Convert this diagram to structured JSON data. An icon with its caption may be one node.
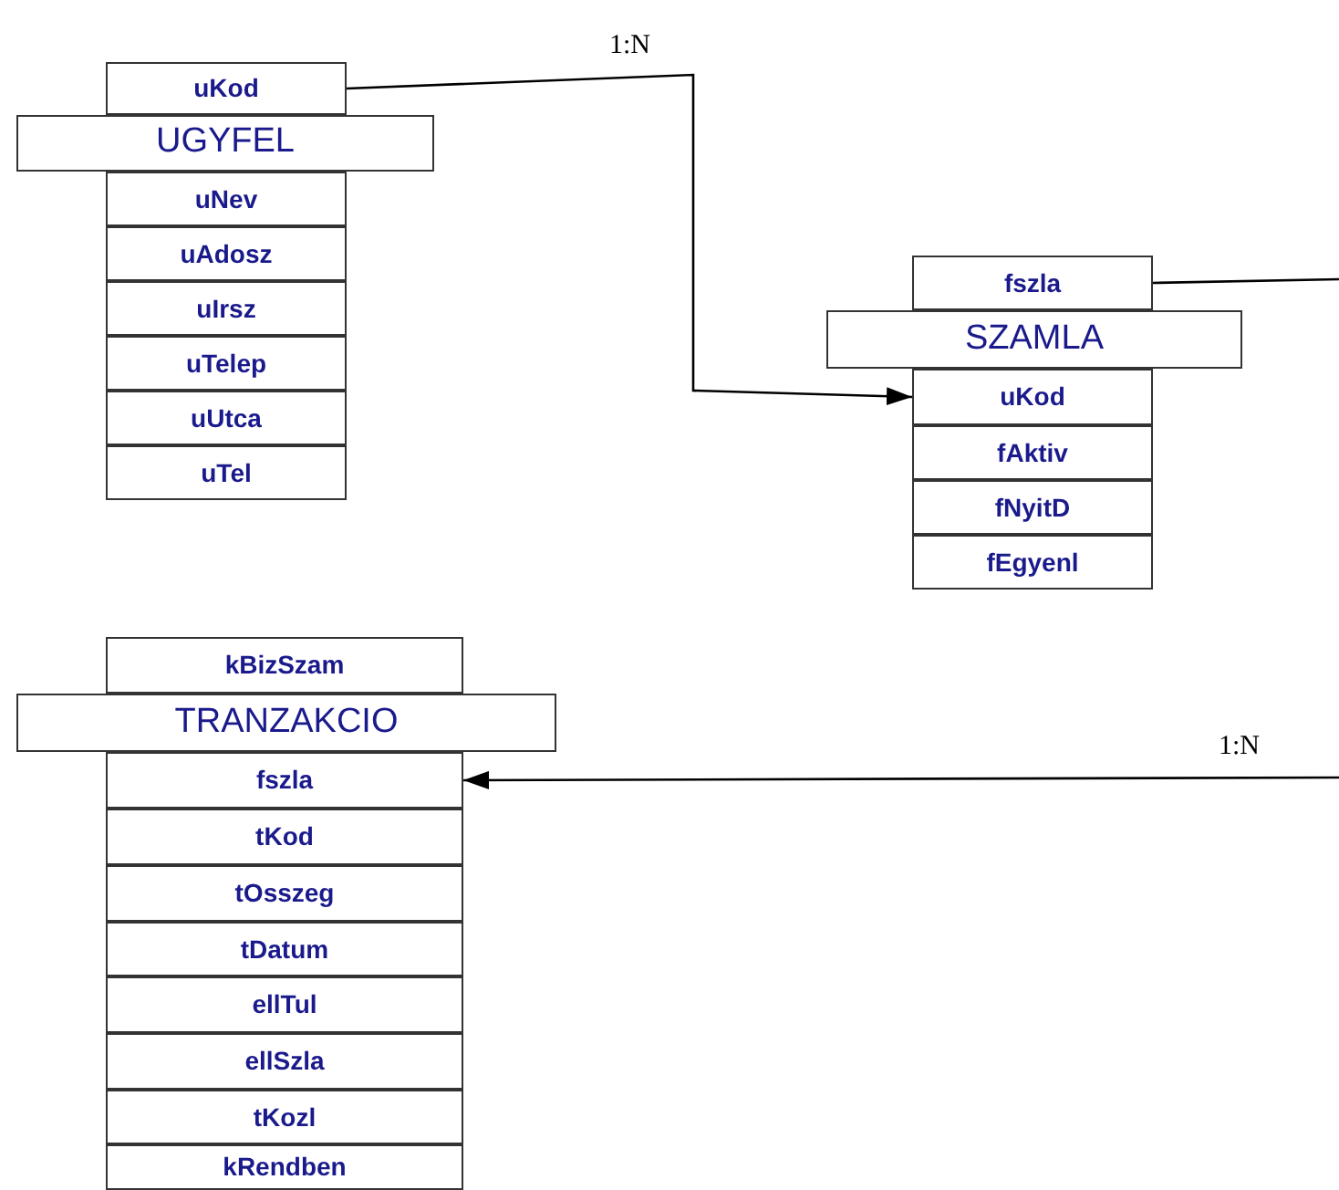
{
  "diagram": {
    "nodes": [
      {
        "text": [
          "uKod"
        ]
      },
      {
        "text": [
          "UGYFEL"
        ]
      },
      {
        "text": [
          "uNev"
        ]
      },
      {
        "text": [
          "uAdosz"
        ]
      },
      {
        "text": [
          "uIrsz"
        ]
      },
      {
        "text": [
          "uTelep"
        ]
      },
      {
        "text": [
          "uUtca"
        ]
      },
      {
        "text": [
          "uTel"
        ]
      },
      {
        "text": [
          "fszla"
        ]
      },
      {
        "text": [
          "SZAMLA"
        ]
      },
      {
        "text": [
          "uKod"
        ]
      },
      {
        "text": [
          "fAktiv"
        ]
      },
      {
        "text": [
          "fNyitD"
        ]
      },
      {
        "text": [
          "fEgyenl"
        ]
      },
      {
        "text": [
          "kBizSzam"
        ]
      },
      {
        "text": [
          "TRANZAKCIO"
        ]
      },
      {
        "text": [
          "fszla"
        ]
      },
      {
        "text": [
          "tKod"
        ]
      },
      {
        "text": [
          "tOsszeg"
        ]
      },
      {
        "text": [
          "tDatum"
        ]
      },
      {
        "text": [
          "ellTul"
        ]
      },
      {
        "text": [
          "ellSzla"
        ]
      },
      {
        "text": [
          "tKozl"
        ]
      },
      {
        "text": [
          "kRendben"
        ]
      }
    ],
    "edges": [
      {
        "from": 0,
        "to": 10,
        "arrow": "to",
        "label": "1:N"
      },
      {
        "from": 8,
        "to": null,
        "arrow": "none"
      },
      {
        "from": null,
        "to": 16,
        "arrow": "to",
        "label": "1:N"
      }
    ]
  }
}
